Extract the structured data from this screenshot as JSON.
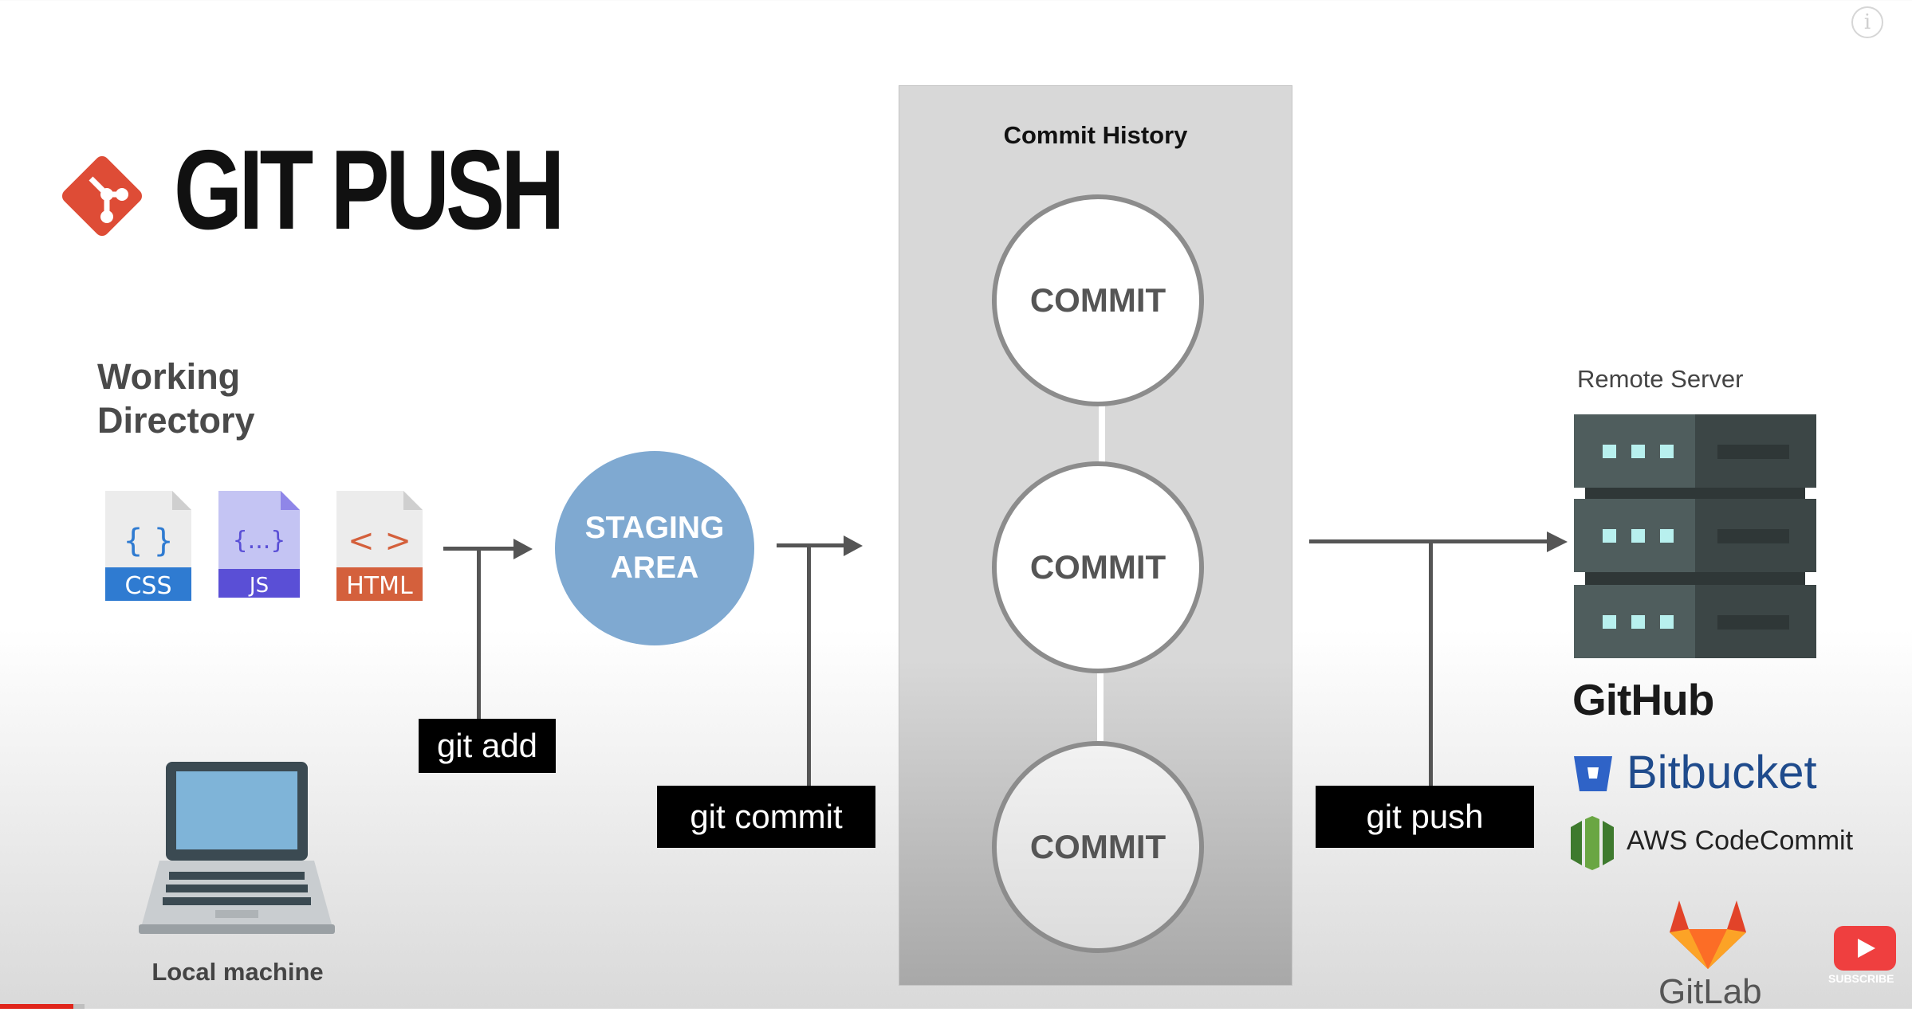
{
  "title": "GIT PUSH",
  "info_icon": "i",
  "working_directory": {
    "line1": "Working",
    "line2": "Directory"
  },
  "files": [
    {
      "label": "CSS",
      "symbol": "{ }",
      "color": "#2f7bd1"
    },
    {
      "label": "JS",
      "symbol": "{...}",
      "color": "#5a4fd6"
    },
    {
      "label": "HTML",
      "symbol": "< >",
      "color": "#d4603c"
    }
  ],
  "staging": {
    "line1": "STAGING",
    "line2": "AREA"
  },
  "commands": {
    "add": "git add",
    "commit": "git commit",
    "push": "git push"
  },
  "commit_history": {
    "title": "Commit History",
    "commits": [
      "COMMIT",
      "COMMIT",
      "COMMIT"
    ]
  },
  "remote": {
    "label": "Remote Server",
    "services": {
      "github": "GitHub",
      "bitbucket": "Bitbucket",
      "aws": "AWS CodeCommit",
      "gitlab": "GitLab"
    }
  },
  "local_machine": "Local machine",
  "subscribe": "SUBSCRIBE",
  "colors": {
    "git_logo": "#de4c36",
    "staging": "#7fa9d1",
    "server_dark": "#4f5d5d",
    "server_light": "#b8f0ee"
  },
  "playback_progress": 0.038
}
